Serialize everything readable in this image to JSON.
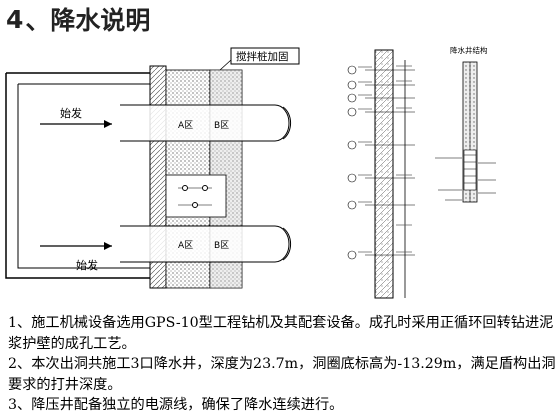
{
  "header": {
    "number": "4",
    "separator": "、",
    "title": "降水说明"
  },
  "plan": {
    "callout_label": "搅拌桩加固",
    "launch_top": "始发",
    "launch_bottom": "始发",
    "zone_a_top": "A区",
    "zone_b_top": "B区",
    "zone_a_bottom": "A区",
    "zone_b_bottom": "B区"
  },
  "section": {
    "title": "降水井结构"
  },
  "notes": [
    "1、施工机械设备选用GPS-10型工程钻机及其配套设备。成孔时采用正循环回转钻进泥浆护壁的成孔工艺。",
    "2、本次出洞共施工3口降水井，深度为23.7m，洞圈底标高为-13.29m，满足盾构出洞要求的打井深度。",
    "3、降压井配备独立的电源线，确保了降水连续进行。"
  ]
}
